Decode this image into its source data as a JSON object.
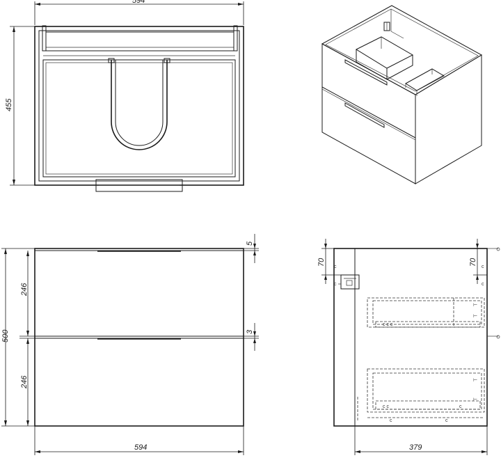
{
  "dimensions": {
    "top_width": "594",
    "top_depth": "455",
    "front_top_gap": "5",
    "front_drawer1_height": "246",
    "front_mid_gap": "3",
    "front_total_height": "500",
    "front_drawer2_height": "246",
    "front_width": "594",
    "side_top_offset_left": "70",
    "side_top_offset_right": "70",
    "side_depth": "379"
  }
}
